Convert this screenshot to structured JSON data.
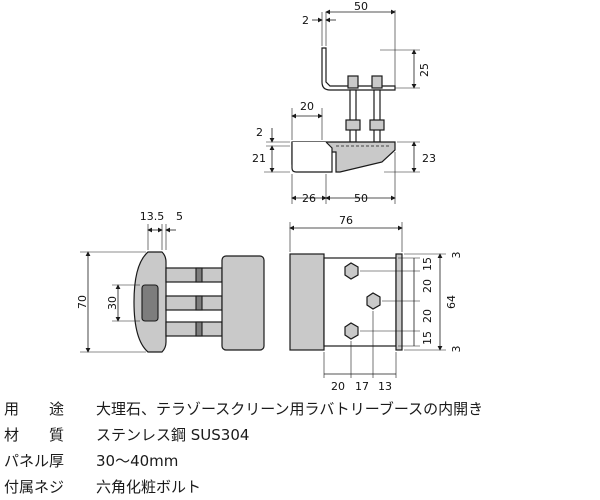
{
  "drawing": {
    "side_view": {
      "dims": [
        "2",
        "50",
        "25",
        "20",
        "2",
        "21",
        "23",
        "26",
        "50"
      ]
    },
    "front_view": {
      "dims": [
        "13.5",
        "5",
        "70",
        "30"
      ]
    },
    "top_view": {
      "dims": [
        "76",
        "3",
        "15",
        "20",
        "64",
        "20",
        "15",
        "3",
        "20",
        "17",
        "13"
      ]
    }
  },
  "specs": [
    {
      "label": "用　　途",
      "value": "大理石、テラゾースクリーン用ラバトリーブースの内開き"
    },
    {
      "label": "材　　質",
      "value": "ステンレス鋼 SUS304"
    },
    {
      "label": "パネル厚",
      "value": "30〜40mm"
    },
    {
      "label": "付属ネジ",
      "value": "六角化粧ボルト"
    }
  ],
  "colors": {
    "line": "#1a1a1a",
    "part_shade": "#c9c9c9",
    "part_dark": "#7d7d7d"
  }
}
